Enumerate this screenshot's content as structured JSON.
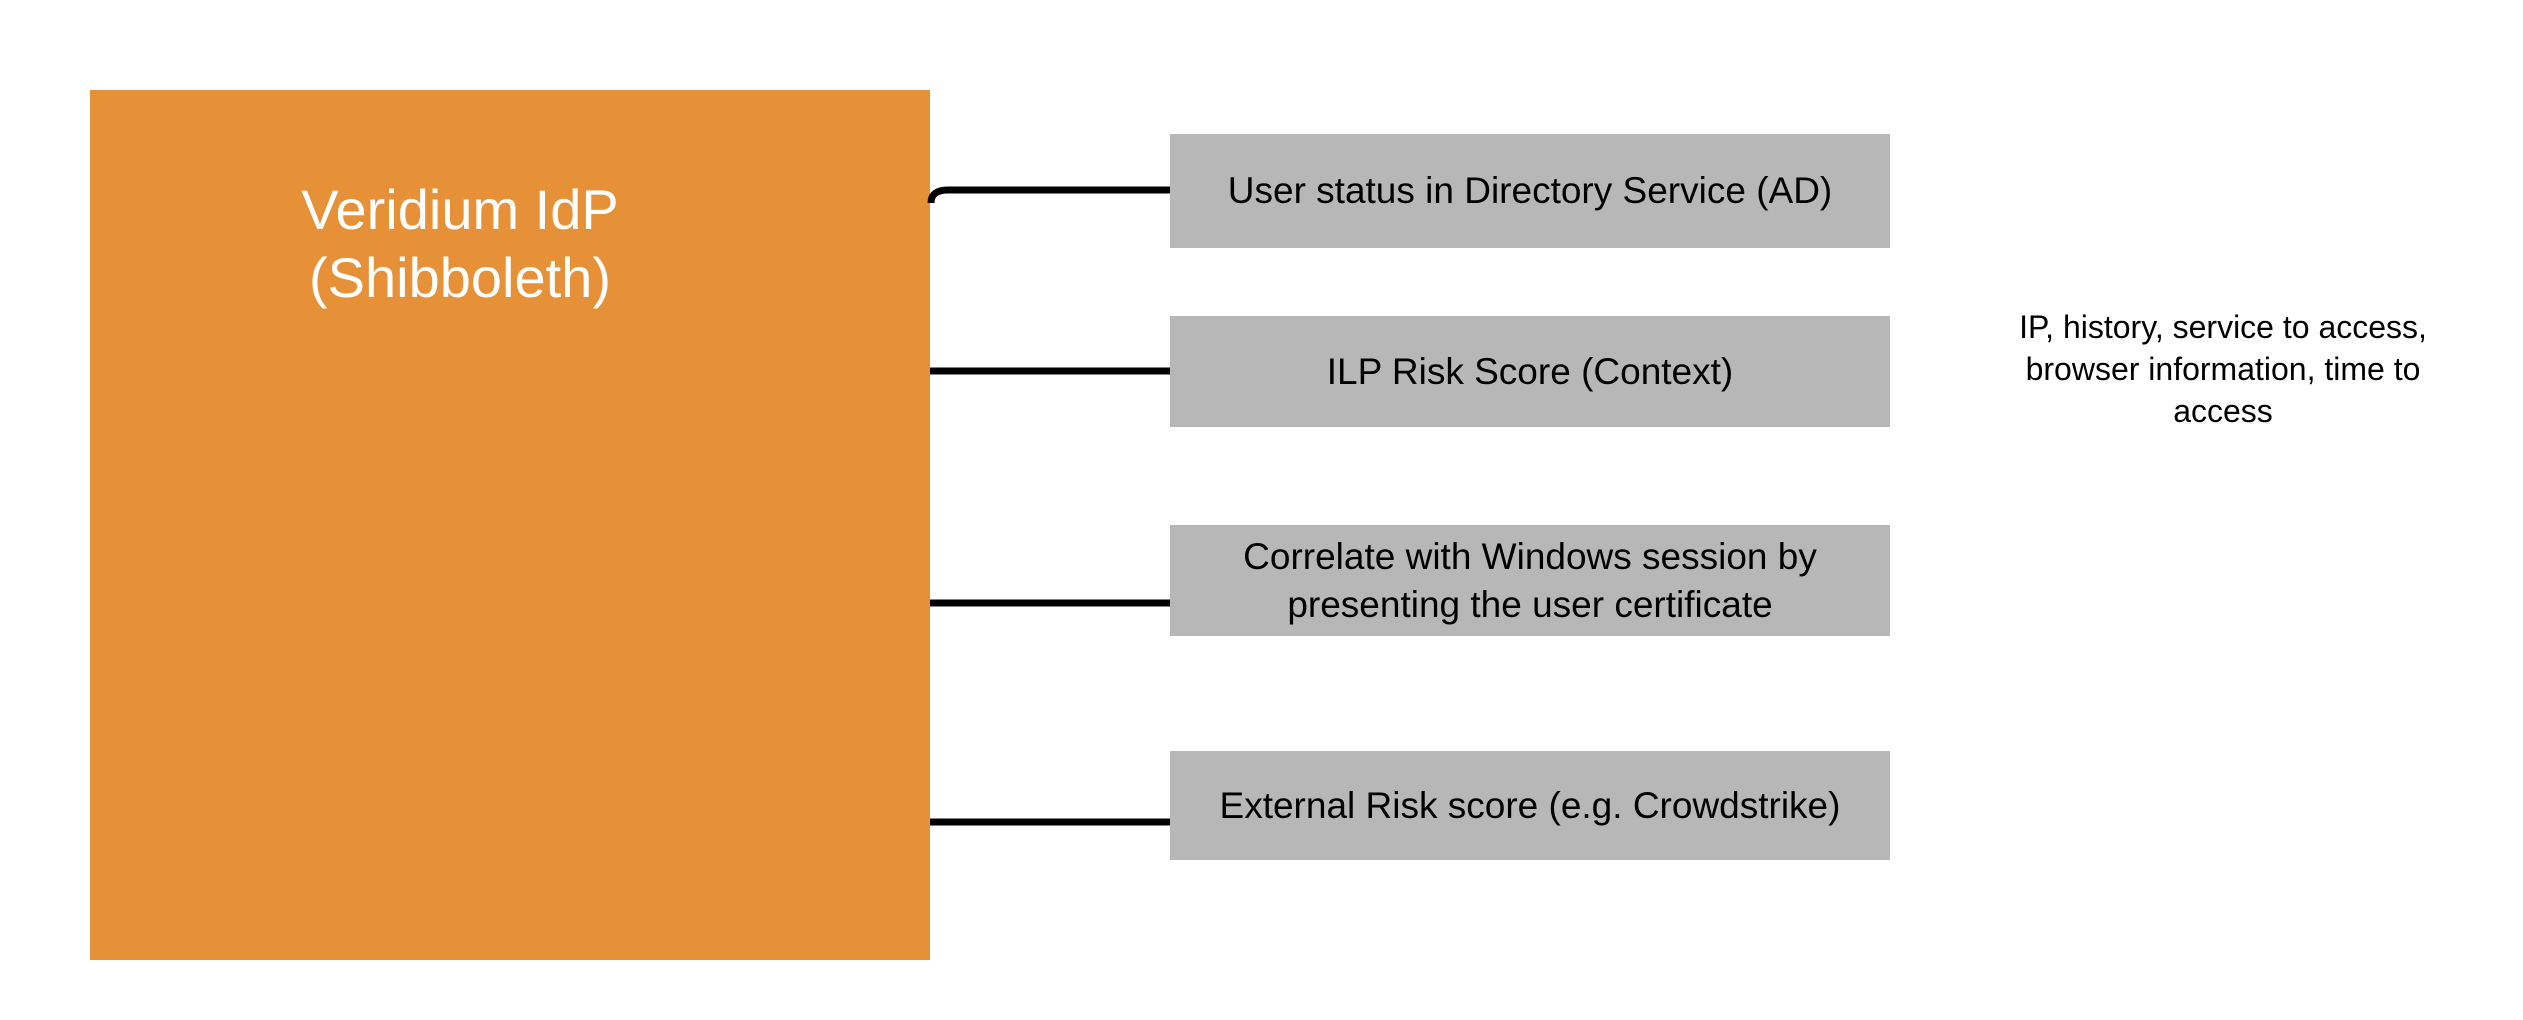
{
  "background_color": "#ffffff",
  "main_box": {
    "title_lines": [
      "Veridium IdP",
      "(Shibboleth)"
    ],
    "fill_color": "#e69138",
    "text_color": "#ffffff"
  },
  "factors": {
    "box_fill_color": "#b7b7b7",
    "text_color": "#000000",
    "items": [
      {
        "label": "User status in Directory Service (AD)"
      },
      {
        "label": "ILP Risk Score (Context)"
      },
      {
        "label": "Correlate with Windows session by presenting the user certificate"
      },
      {
        "label": "External Risk score (e.g. Crowdstrike)"
      }
    ]
  },
  "connectors": {
    "color": "#000000"
  },
  "annotation": {
    "lines": [
      "IP, history, service to access,",
      "browser information, time to",
      "access"
    ],
    "text_color": "#000000"
  }
}
